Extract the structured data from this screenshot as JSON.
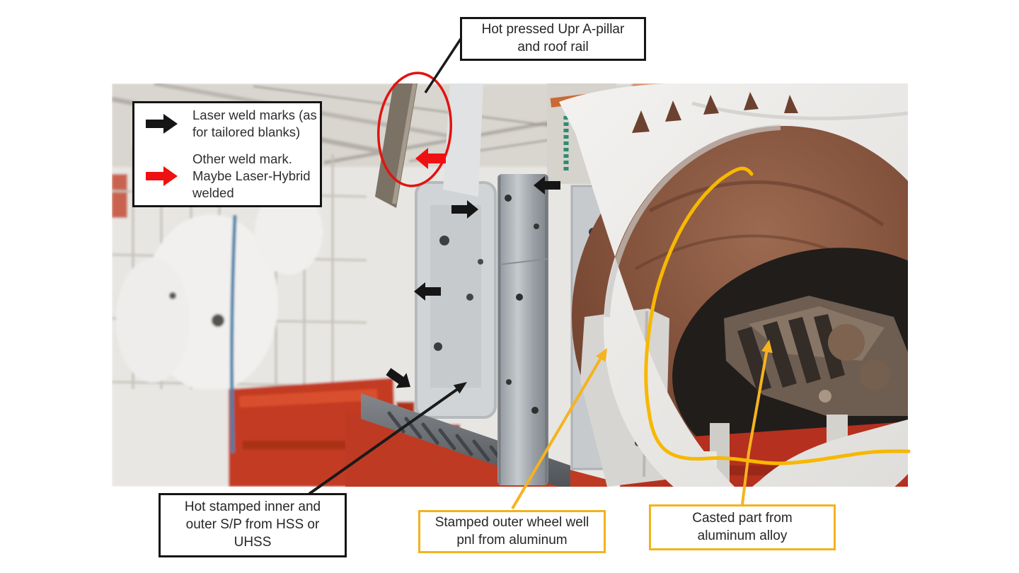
{
  "callouts": {
    "top": {
      "lines": [
        "Hot pressed Upr A-pillar",
        "and roof rail"
      ]
    },
    "bottom_left": {
      "lines": [
        "Hot stamped inner and",
        "outer S/P from HSS or",
        "UHSS"
      ]
    },
    "bottom_mid": {
      "lines": [
        "Stamped outer wheel well",
        "pnl from aluminum"
      ]
    },
    "bottom_right": {
      "lines": [
        "Casted part from",
        "aluminum alloy"
      ]
    }
  },
  "legend": {
    "items": [
      {
        "icon": "black-arrow",
        "color": "#151515",
        "lines": [
          "Laser weld marks (as",
          "for tailored blanks)"
        ]
      },
      {
        "icon": "red-arrow",
        "color": "#ee1111",
        "lines": [
          "Other weld mark.",
          "Maybe Laser-Hybrid",
          "welded"
        ]
      }
    ]
  },
  "colors": {
    "annotation_black": "#151515",
    "annotation_red": "#e8140e",
    "annotation_yellow": "#f2b31d",
    "curve_yellow": "#f7b800"
  }
}
